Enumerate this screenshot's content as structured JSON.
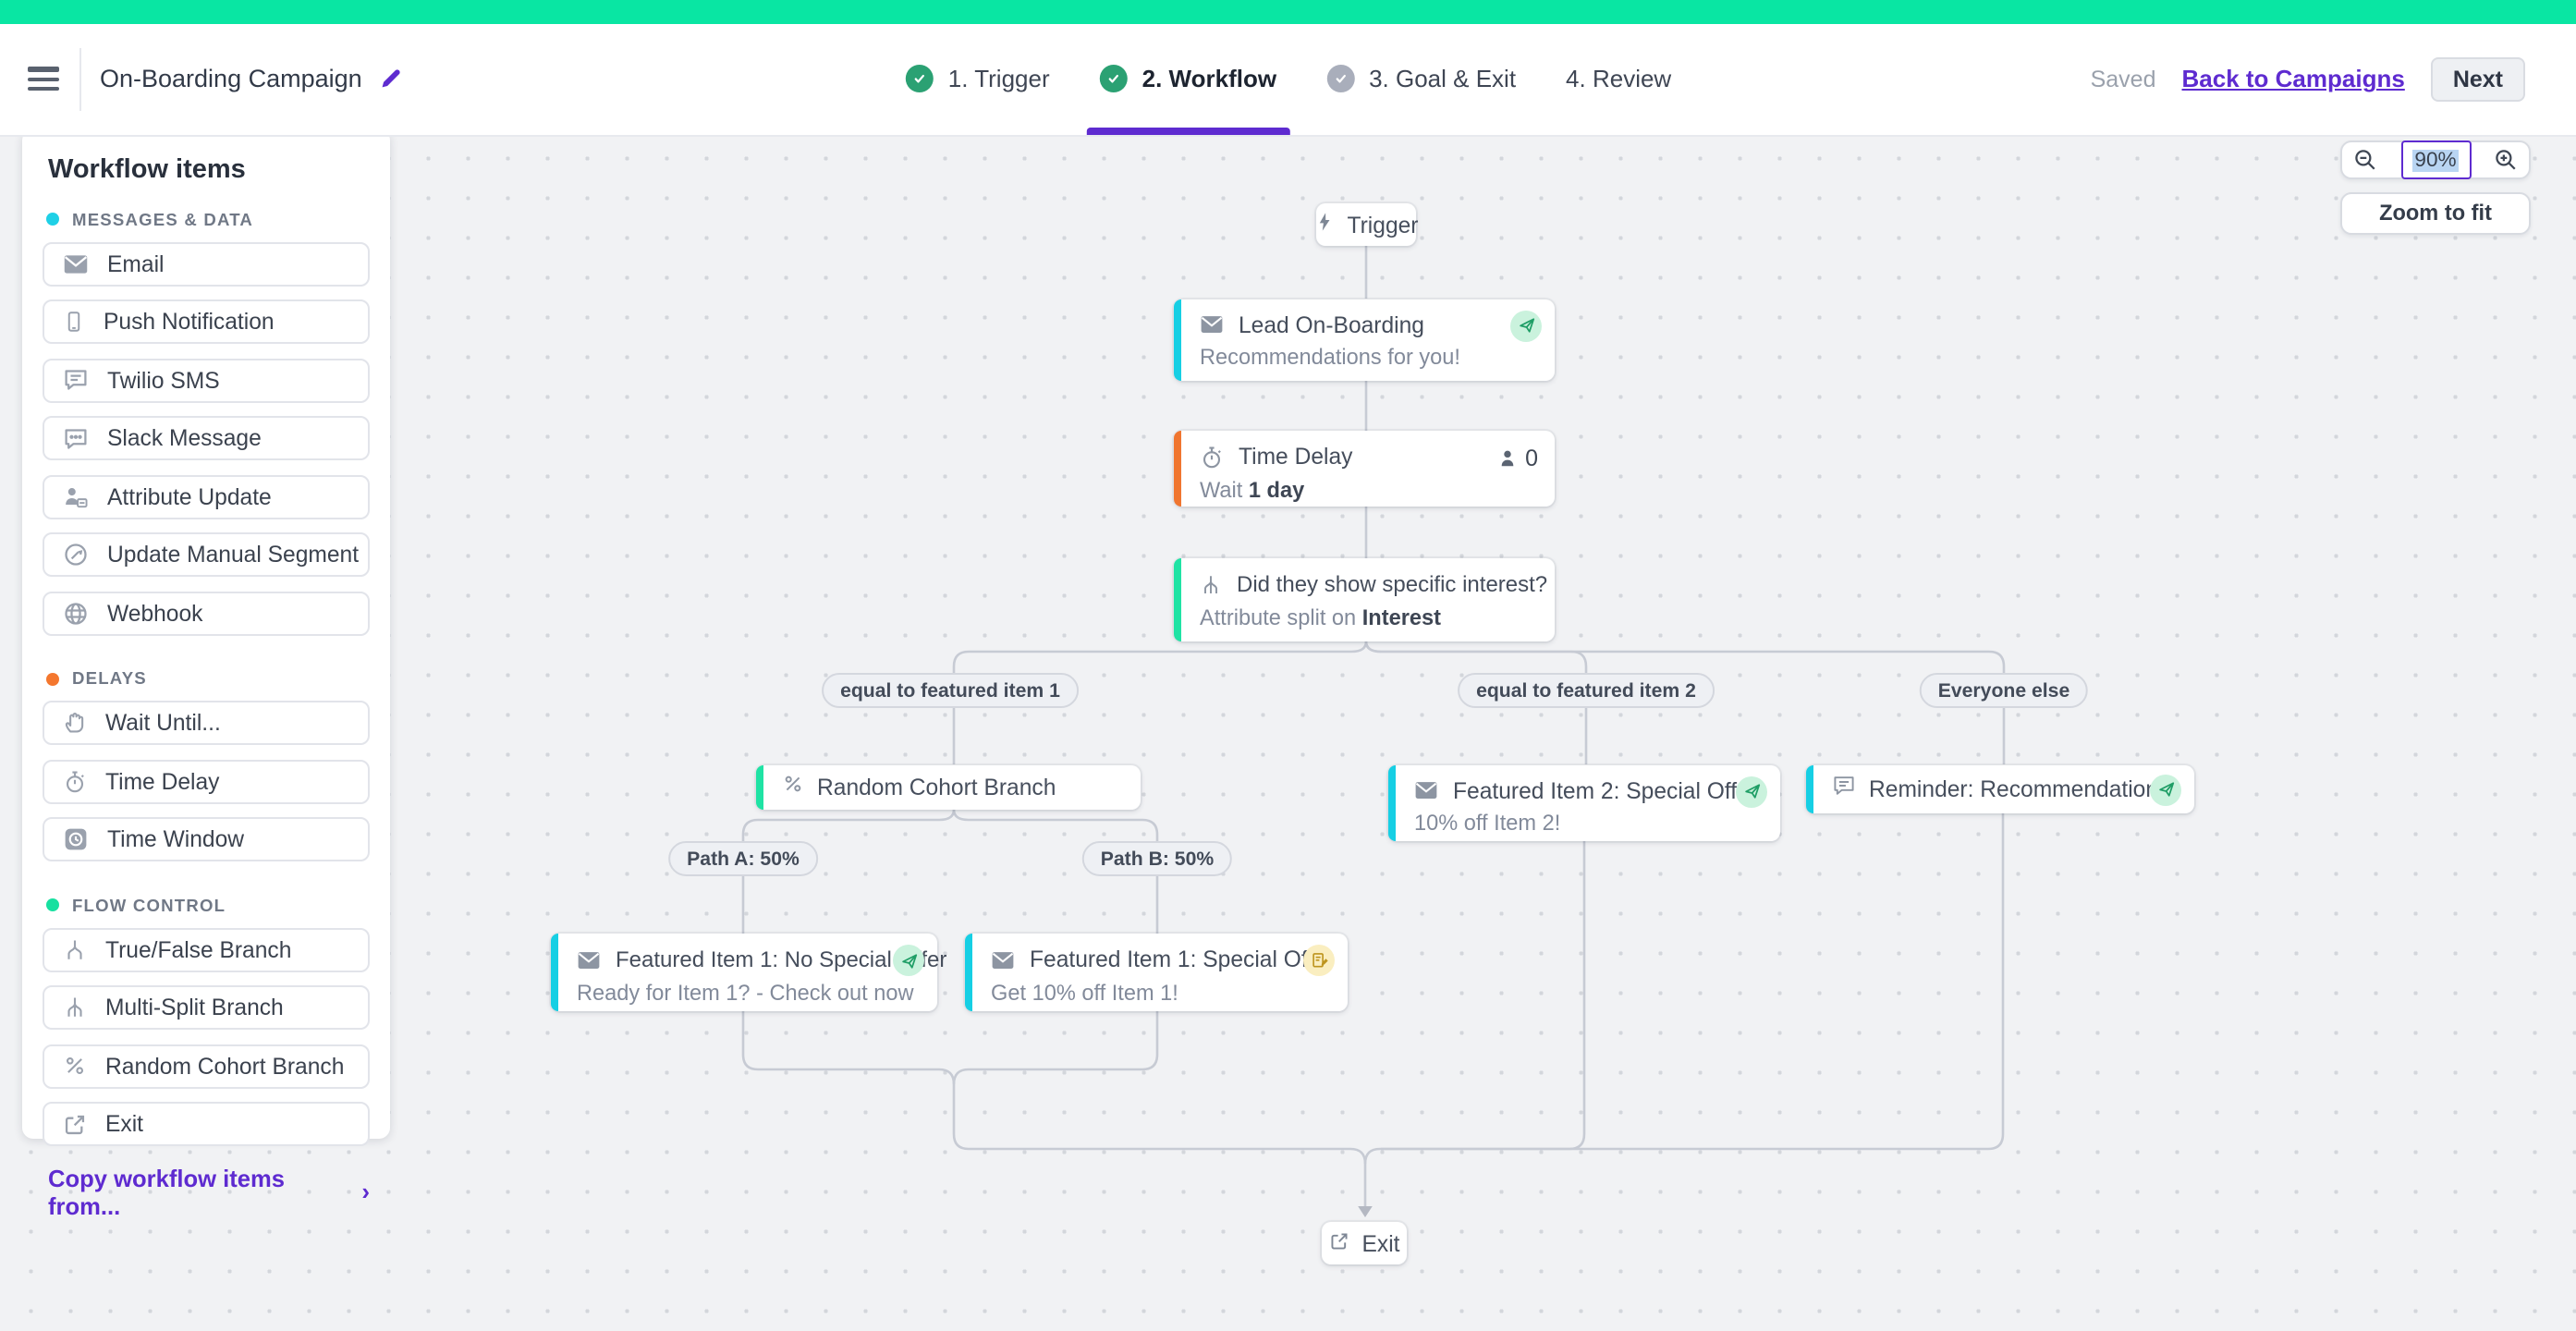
{
  "colors": {
    "strip_green": "#09e6a3",
    "purple": "#5e2bd0",
    "accent_cyan": "#16cfe4",
    "accent_orange": "#f0752f",
    "accent_green": "#1fe3a4",
    "sent_badge_bg": "#caf2dd",
    "sent_badge_fg": "#1f9e66",
    "draft_badge_bg": "#faeec0",
    "draft_badge_fg": "#bd941d",
    "dot_messages": "#1fd0e6",
    "dot_delays": "#f4772e",
    "dot_flow": "#17e0a0"
  },
  "topbar": {
    "title": "On-Boarding Campaign",
    "saved": "Saved",
    "back_link": "Back to Campaigns",
    "next_button": "Next",
    "steps": [
      {
        "label": "1. Trigger",
        "state": "done"
      },
      {
        "label": "2. Workflow",
        "state": "active"
      },
      {
        "label": "3. Goal & Exit",
        "state": "upcoming"
      },
      {
        "label": "4. Review",
        "state": "plain"
      }
    ]
  },
  "sidebar": {
    "title": "Workflow items",
    "copy_link": "Copy workflow items from...",
    "sections": [
      {
        "label": "MESSAGES & DATA",
        "dot": "#1fd0e6",
        "items": [
          {
            "label": "Email",
            "icon": "email"
          },
          {
            "label": "Push Notification",
            "icon": "push"
          },
          {
            "label": "Twilio SMS",
            "icon": "sms"
          },
          {
            "label": "Slack Message",
            "icon": "slack"
          },
          {
            "label": "Attribute Update",
            "icon": "attr"
          },
          {
            "label": "Update Manual Segment",
            "icon": "segment"
          },
          {
            "label": "Webhook",
            "icon": "webhook"
          }
        ]
      },
      {
        "label": "DELAYS",
        "dot": "#f4772e",
        "items": [
          {
            "label": "Wait Until...",
            "icon": "hand"
          },
          {
            "label": "Time Delay",
            "icon": "stopwatch"
          },
          {
            "label": "Time Window",
            "icon": "window"
          }
        ]
      },
      {
        "label": "FLOW CONTROL",
        "dot": "#17e0a0",
        "items": [
          {
            "label": "True/False Branch",
            "icon": "tf"
          },
          {
            "label": "Multi-Split Branch",
            "icon": "ms"
          },
          {
            "label": "Random Cohort Branch",
            "icon": "random"
          },
          {
            "label": "Exit",
            "icon": "exit"
          }
        ]
      }
    ]
  },
  "zoom": {
    "level": "90%",
    "fit_label": "Zoom to fit"
  },
  "canvas": {
    "trigger_label": "Trigger",
    "exit_label": "Exit",
    "nodes": {
      "email1": {
        "title": "Lead On-Boarding",
        "subtitle": "Recommendations for you!"
      },
      "delay": {
        "title": "Time Delay",
        "sub_prefix": "Wait ",
        "sub_bold": "1 day",
        "count": "0"
      },
      "split": {
        "title": "Did they show specific interest?",
        "sub_prefix": "Attribute split on ",
        "sub_bold": "Interest"
      },
      "cohort": {
        "title": "Random Cohort Branch"
      },
      "f2": {
        "title": "Featured Item 2: Special Offer",
        "subtitle": "10% off Item 2!"
      },
      "reminder": {
        "title": "Reminder: Recommendations"
      },
      "f1a": {
        "title": "Featured Item 1: No Special Offer",
        "subtitle": "Ready for Item 1? - Check out now"
      },
      "f1b": {
        "title": "Featured Item 1: Special Offer",
        "subtitle": "Get 10% off Item 1!"
      }
    },
    "branch_chips": [
      "equal to featured item 1",
      "equal to featured item 2",
      "Everyone else"
    ],
    "path_chips": [
      "Path A: 50%",
      "Path B: 50%"
    ]
  }
}
